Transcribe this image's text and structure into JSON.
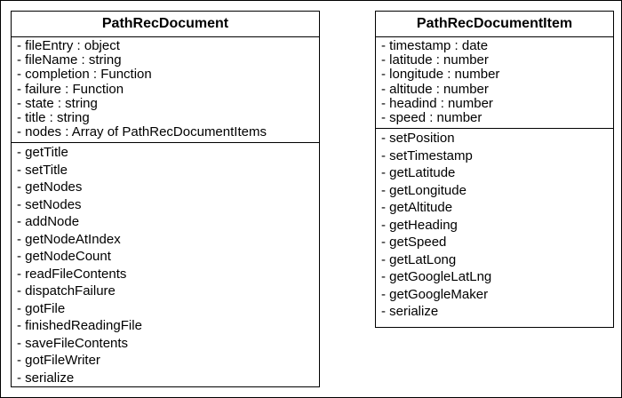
{
  "classes": [
    {
      "name": "PathRecDocument",
      "attributes": [
        "- fileEntry : object",
        "- fileName : string",
        "- completion : Function",
        "- failure : Function",
        "- state : string",
        "- title : string",
        "- nodes : Array of PathRecDocumentItems"
      ],
      "methods": [
        "- getTitle",
        "- setTitle",
        "- getNodes",
        "- setNodes",
        "- addNode",
        "- getNodeAtIndex",
        "- getNodeCount",
        "- readFileContents",
        "- dispatchFailure",
        "- gotFile",
        "- finishedReadingFile",
        "- saveFileContents",
        "- gotFileWriter",
        "- serialize"
      ]
    },
    {
      "name": "PathRecDocumentItem",
      "attributes": [
        "- timestamp : date",
        "- latitude : number",
        "- longitude : number",
        "- altitude : number",
        "- headind : number",
        "- speed : number"
      ],
      "methods": [
        "- setPosition",
        "- setTimestamp",
        "- getLatitude",
        "- getLongitude",
        "- getAltitude",
        "- getHeading",
        "- getSpeed",
        "- getLatLong",
        "- getGoogleLatLng",
        "- getGoogleMaker",
        "- serialize"
      ]
    }
  ]
}
